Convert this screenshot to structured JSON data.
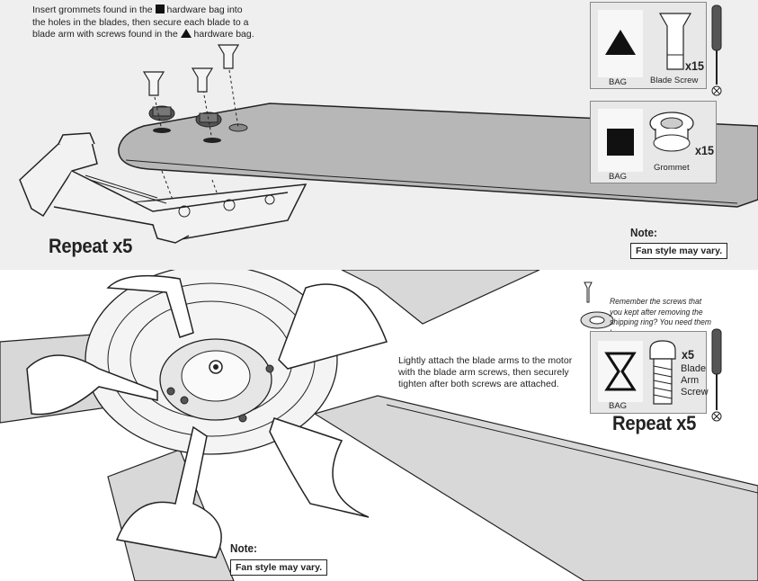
{
  "step_top": {
    "instruction_part1": "Insert grommets found in the",
    "instruction_part2": "hardware bag into the holes in the blades, then secure each blade to a blade arm with screws found in the",
    "instruction_part3": "hardware bag.",
    "repeat_label": "Repeat x5",
    "note_title": "Note:",
    "note_text": "Fan style may vary.",
    "bag_triangle": {
      "bag_label": "BAG",
      "item_label": "Blade Screw",
      "count": "x15",
      "symbol": "triangle"
    },
    "bag_square": {
      "bag_label": "BAG",
      "item_label": "Grommet",
      "count": "x15",
      "symbol": "square"
    }
  },
  "step_bottom": {
    "instruction": "Lightly attach the blade arms to the motor with the blade arm screws, then securely tighten after both screws are attached.",
    "reminder": "Remember the screws that you kept after removing the shipping ring? You need them here.",
    "bag_hourglass": {
      "bag_label": "BAG",
      "count": "x5",
      "item_line1": "Blade",
      "item_line2": "Arm",
      "item_line3": "Screw",
      "symbol": "hourglass"
    },
    "repeat_label": "Repeat x5",
    "note_title": "Note:",
    "note_text": "Fan style may vary."
  },
  "icons": [
    "triangle-icon",
    "square-icon",
    "hourglass-icon",
    "screwdriver-icon",
    "blade-screw-icon",
    "grommet-icon",
    "blade-arm-screw-icon"
  ],
  "colors": {
    "panel_top_bg": "#efefef",
    "blade_fill": "#b5b5b5",
    "outline": "#222222"
  }
}
